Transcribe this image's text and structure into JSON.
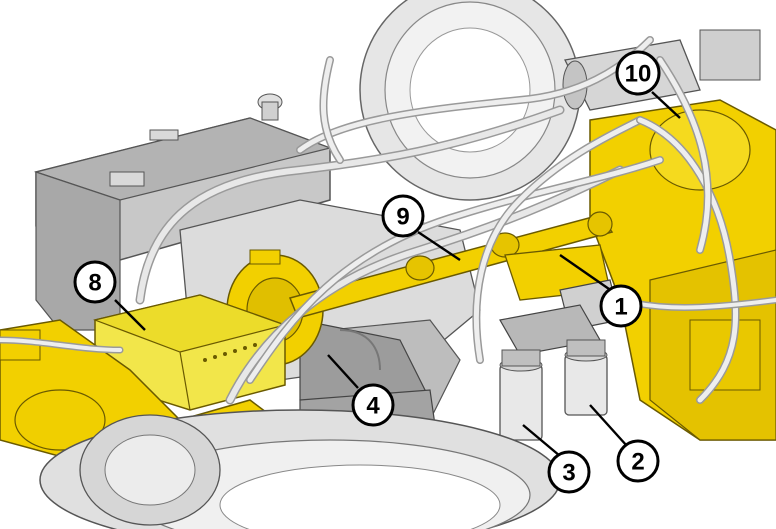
{
  "colors": {
    "highlight": "#f2d000",
    "highlight_dark": "#c9a800",
    "part_gray": "#d9d9d9",
    "part_dark": "#8c8c8c",
    "outline": "#555555",
    "callout_stroke": "#000000",
    "callout_fill": "#ffffff"
  },
  "callouts": [
    {
      "id": "1",
      "label": "1"
    },
    {
      "id": "2",
      "label": "2"
    },
    {
      "id": "3",
      "label": "3"
    },
    {
      "id": "4",
      "label": "4"
    },
    {
      "id": "8",
      "label": "8"
    },
    {
      "id": "9",
      "label": "9"
    },
    {
      "id": "10",
      "label": "10"
    }
  ]
}
